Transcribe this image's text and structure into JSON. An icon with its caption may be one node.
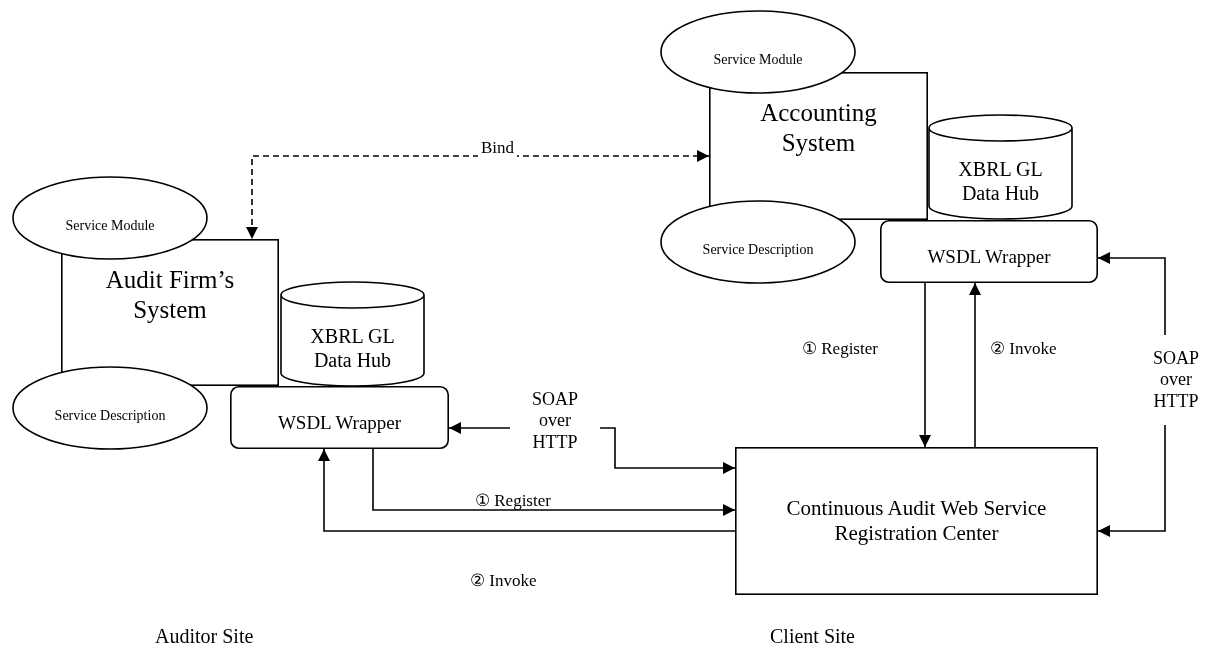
{
  "diagram": {
    "nodes": [
      {
        "text": [
          "Service Module"
        ]
      },
      {
        "text": [
          "Audit Firm’s System"
        ]
      },
      {
        "text": [
          "XBRL GL Data Hub"
        ]
      },
      {
        "text": [
          "Service Description"
        ]
      },
      {
        "text": [
          "WSDL Wrapper"
        ]
      },
      {
        "text": [
          "SOAP over HTTP"
        ]
      },
      {
        "text": [
          "Service Module"
        ]
      },
      {
        "text": [
          "Accounting System"
        ]
      },
      {
        "text": [
          "XBRL GL Data Hub"
        ]
      },
      {
        "text": [
          "Service Description"
        ]
      },
      {
        "text": [
          "WSDL Wrapper"
        ]
      },
      {
        "text": [
          "SOAP over HTTP"
        ]
      },
      {
        "text": [
          "Continuous Audit Web Service Registration Center"
        ]
      }
    ],
    "edges": [
      {
        "from": 7,
        "to": 1,
        "arrow": "both",
        "label": "Bind",
        "style": "dashed"
      },
      {
        "from": 5,
        "to": 4,
        "arrow": "to"
      },
      {
        "from": 5,
        "to": 12,
        "arrow": "to"
      },
      {
        "from": 4,
        "to": 12,
        "arrow": "to"
      },
      {
        "from": 12,
        "to": 4,
        "arrow": "to"
      },
      {
        "from": 10,
        "to": 12,
        "arrow": "to"
      },
      {
        "from": 12,
        "to": 10,
        "arrow": "to"
      },
      {
        "from": 11,
        "to": 10,
        "arrow": "to"
      },
      {
        "from": 11,
        "to": 12,
        "arrow": "to"
      }
    ],
    "labels": [
      "① Register",
      "② Invoke",
      "① Register",
      "② Invoke",
      "Auditor Site",
      "Client Site"
    ]
  }
}
